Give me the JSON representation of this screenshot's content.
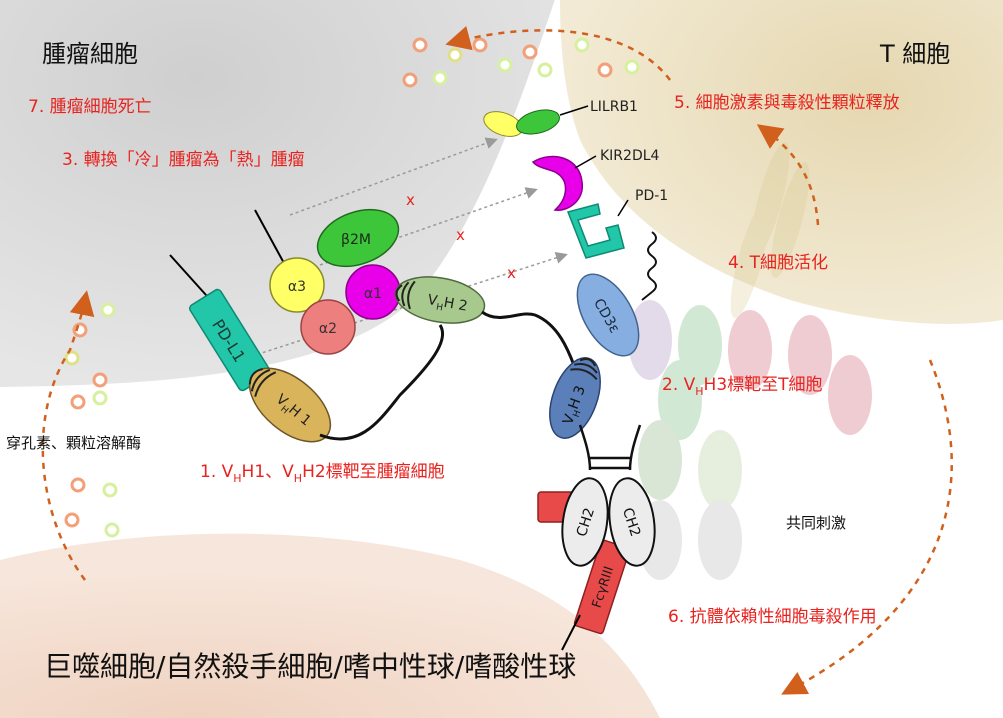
{
  "cells": {
    "tumor": "腫瘤細胞",
    "tcell": "T 細胞",
    "effector": "巨噬細胞/自然殺手細胞/嗜中性球/嗜酸性球"
  },
  "steps": {
    "step1": {
      "prefix": "1. V",
      "sub1": "H",
      "mid": "H1、V",
      "sub2": "H",
      "suffix": "H2標靶至腫瘤細胞"
    },
    "step2": {
      "prefix": "2. V",
      "sub": "H",
      "suffix": "H3標靶至T細胞"
    },
    "step3": "3. 轉換「冷」腫瘤為「熱」腫瘤",
    "step4": "4. T細胞活化",
    "step5": "5. 細胞激素與毒殺性顆粒釋放",
    "step6": "6. 抗體依賴性細胞毒殺作用",
    "step7": "7. 腫瘤細胞死亡"
  },
  "notes": {
    "perforin": "穿孔素、顆粒溶解酶",
    "costim": "共同刺激"
  },
  "molecules": {
    "alpha1": "α1",
    "alpha2": "α2",
    "alpha3": "α3",
    "b2m": "β2M",
    "pdl1": "PD-L1",
    "lilrb1": "LILRB1",
    "kir2dl4": "KIR2DL4",
    "pd1": "PD-1",
    "cd3e": "CD3ε",
    "ch2a": "CH2",
    "ch2b": "CH2",
    "fcgr": "FcγRIII",
    "vhh1": {
      "pre": "V",
      "sub": "H",
      "post": "H 1"
    },
    "vhh2": {
      "pre": "V",
      "sub": "H",
      "post": "H 2"
    },
    "vhh3": {
      "pre": "V",
      "sub": "H",
      "post": "H 3"
    }
  },
  "blocked_marks": [
    "x",
    "x",
    "x"
  ],
  "colors": {
    "step_text": "#e8231f",
    "tumor_cell": "#d9d9d9",
    "t_cell": "#ede3c8",
    "effector_cell": "#f3ddd0",
    "pdl1": "#21c7a8",
    "vhh1": "#d9b45a",
    "vhh2": "#a7c98d",
    "vhh3": "#5b7fb8",
    "cd3e": "#86aee0",
    "alpha1": "#e800e8",
    "alpha2": "#ee7f7f",
    "alpha3": "#ffff66",
    "b2m": "#3dc63a",
    "fc_receptor": "#e84a4a",
    "arrow_dashed": "#d0601c"
  }
}
